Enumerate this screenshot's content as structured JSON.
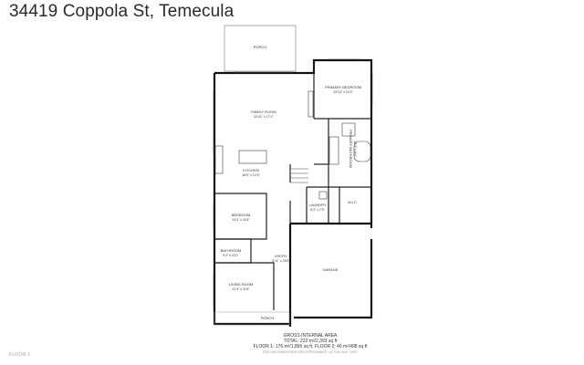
{
  "header": {
    "address": "34419 Coppola St, Temecula"
  },
  "footer": {
    "floor_label": "FLOOR 1"
  },
  "rooms": {
    "porch_top": {
      "name": "PORCH"
    },
    "primary_bedroom": {
      "name": "PRIMARY BEDROOM",
      "dims": "13'10\" x 14'2\""
    },
    "family_room": {
      "name": "FAMILY ROOM",
      "dims": "24'11\" x 17'1\""
    },
    "primary_bathroom": {
      "name": "PRIMARY BATHROOM",
      "dims": "13'3\" x 8'4\""
    },
    "kitchen": {
      "name": "KITCHEN",
      "dims": "18'9\" x 12'4\""
    },
    "laundry": {
      "name": "LAUNDRY",
      "dims": "6'2\" x 7'5\""
    },
    "wic": {
      "name": "W.I.C"
    },
    "bedroom": {
      "name": "BEDROOM",
      "dims": "13'4\" x 11'6\""
    },
    "bathroom": {
      "name": "BATHROOM",
      "dims": "9'2\" x 4'11\""
    },
    "entry": {
      "name": "ENTRY",
      "dims": "5'11\" x 25'3\""
    },
    "garage": {
      "name": "GARAGE"
    },
    "living_room": {
      "name": "LIVING ROOM",
      "dims": "13'4\" x 11'8\""
    },
    "porch_bottom": {
      "name": "PORCH"
    }
  },
  "area_summary": {
    "heading": "GROSS INTERNAL AREA",
    "total": "TOTAL: 222 m²/2,393 sq ft",
    "floor1": "FLOOR 1: 176 m²/1,895 sq ft, FLOOR 2: 46 m²/498 sq ft",
    "disclaimer": "SIZE AND DIMENSIONS ARE APPROXIMATE, ACTUAL MAY VARY."
  }
}
